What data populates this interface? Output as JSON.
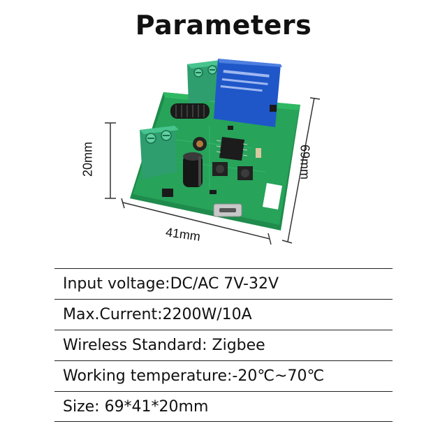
{
  "title": "Parameters",
  "dimensions": {
    "height_label": "20mm",
    "length_label": "69mm",
    "width_label": "41mm"
  },
  "params": [
    "Input voltage:DC/AC 7V-32V",
    "Max.Current:2200W/10A",
    "Wireless Standard: Zigbee",
    "Working temperature:-20℃~70℃",
    "Size:  69*41*20mm"
  ],
  "colors": {
    "pcb": "#27a35a",
    "terminal": "#2e9e6e",
    "relay": "#1f57c9",
    "text": "#111111"
  }
}
